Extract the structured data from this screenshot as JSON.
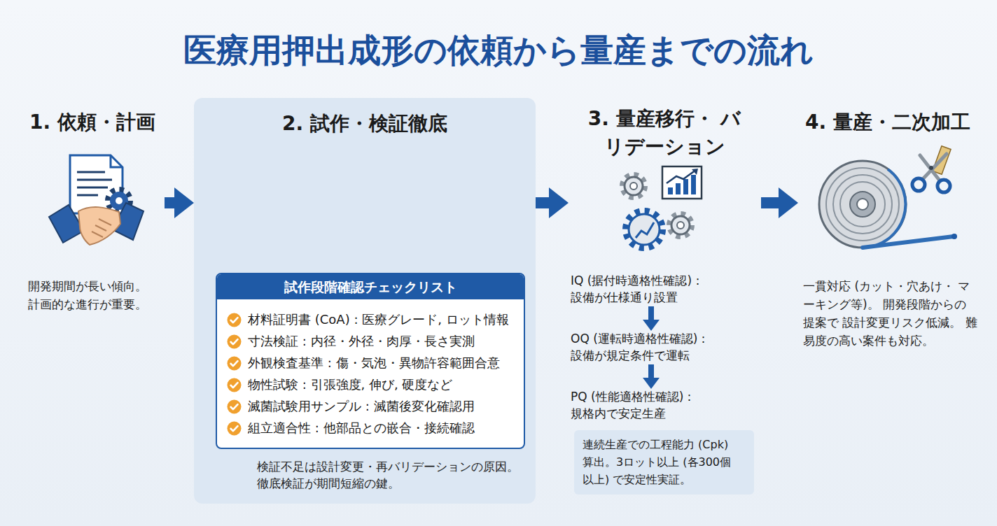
{
  "diagram": {
    "title": "医療用押出成形の依頼から量産までの流れ",
    "nodes": [
      {
        "text": [
          "1. 依頼・計画",
          "開発期間が長い傾向。 計画的な進行が重要。"
        ]
      },
      {
        "text": [
          "2. 試作・検証徹底",
          "検証不足は設計変更・再バリデーションの原因。 徹底検証が期間短縮の鍵。"
        ]
      },
      {
        "text": [
          "試作段階確認チェックリスト",
          "材料証明書 (CoA) : 医療グレード, ロット情報",
          "寸法検証 : 内径・外径・肉厚・長さ実測",
          "外観検査基準 : 傷・気泡・異物許容範囲合意",
          "物性試験 : 引張強度, 伸び, 硬度など",
          "滅菌試験用サンプル : 滅菌後変化確認用",
          "組立適合性 : 他部品との嵌合・接続確認"
        ],
        "in": 1
      },
      {
        "text": [
          "3. 量産移行・ バリデーション"
        ]
      },
      {
        "text": [
          "IQ (据付時適格性確認)：",
          "設備が仕様通り設置"
        ],
        "in": 3
      },
      {
        "text": [
          "OQ (運転時適格性確認)：",
          "設備が規定条件で運転"
        ],
        "in": 3
      },
      {
        "text": [
          "PQ (性能適格性確認)：",
          "規格内で安定生産"
        ],
        "in": 3
      },
      {
        "text": [
          "連続生産での工程能力 (Cpk) 算出。3ロット以上 (各300個 以上) で安定性実証。"
        ],
        "in": 3
      },
      {
        "text": [
          "4. 量産・二次加工",
          "一貫対応 (カット・穴あけ・ マーキング等)。 開発段階からの提案で 設計変更リスク低減。 難易度の高い案件も対応。"
        ]
      }
    ],
    "edges": [
      {
        "from": 0,
        "to": 1,
        "arrow": "to"
      },
      {
        "from": 1,
        "to": 3,
        "arrow": "to"
      },
      {
        "from": 3,
        "to": 8,
        "arrow": "to"
      },
      {
        "from": 4,
        "to": 5,
        "arrow": "to"
      },
      {
        "from": 5,
        "to": 6,
        "arrow": "to"
      }
    ]
  }
}
